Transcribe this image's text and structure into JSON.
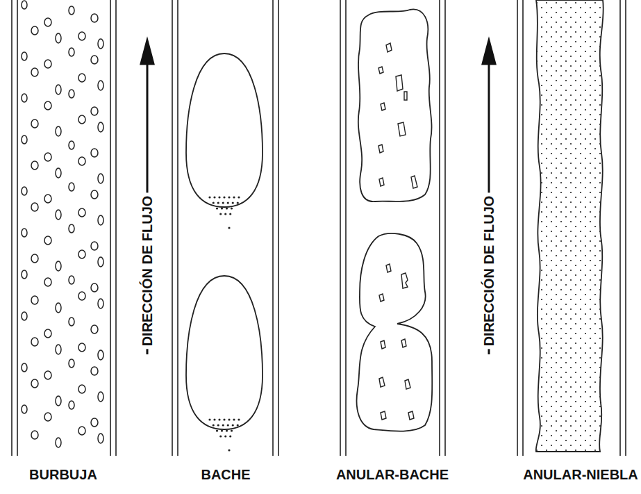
{
  "diagram": {
    "labels": [
      "BURBUJA",
      "DIRECCIÓN DE FLUJO",
      "BACHE",
      "ANULAR-BACHE",
      "DIRECCIÓN DE FLUJO",
      "ANULAR-NIEBLA"
    ]
  }
}
